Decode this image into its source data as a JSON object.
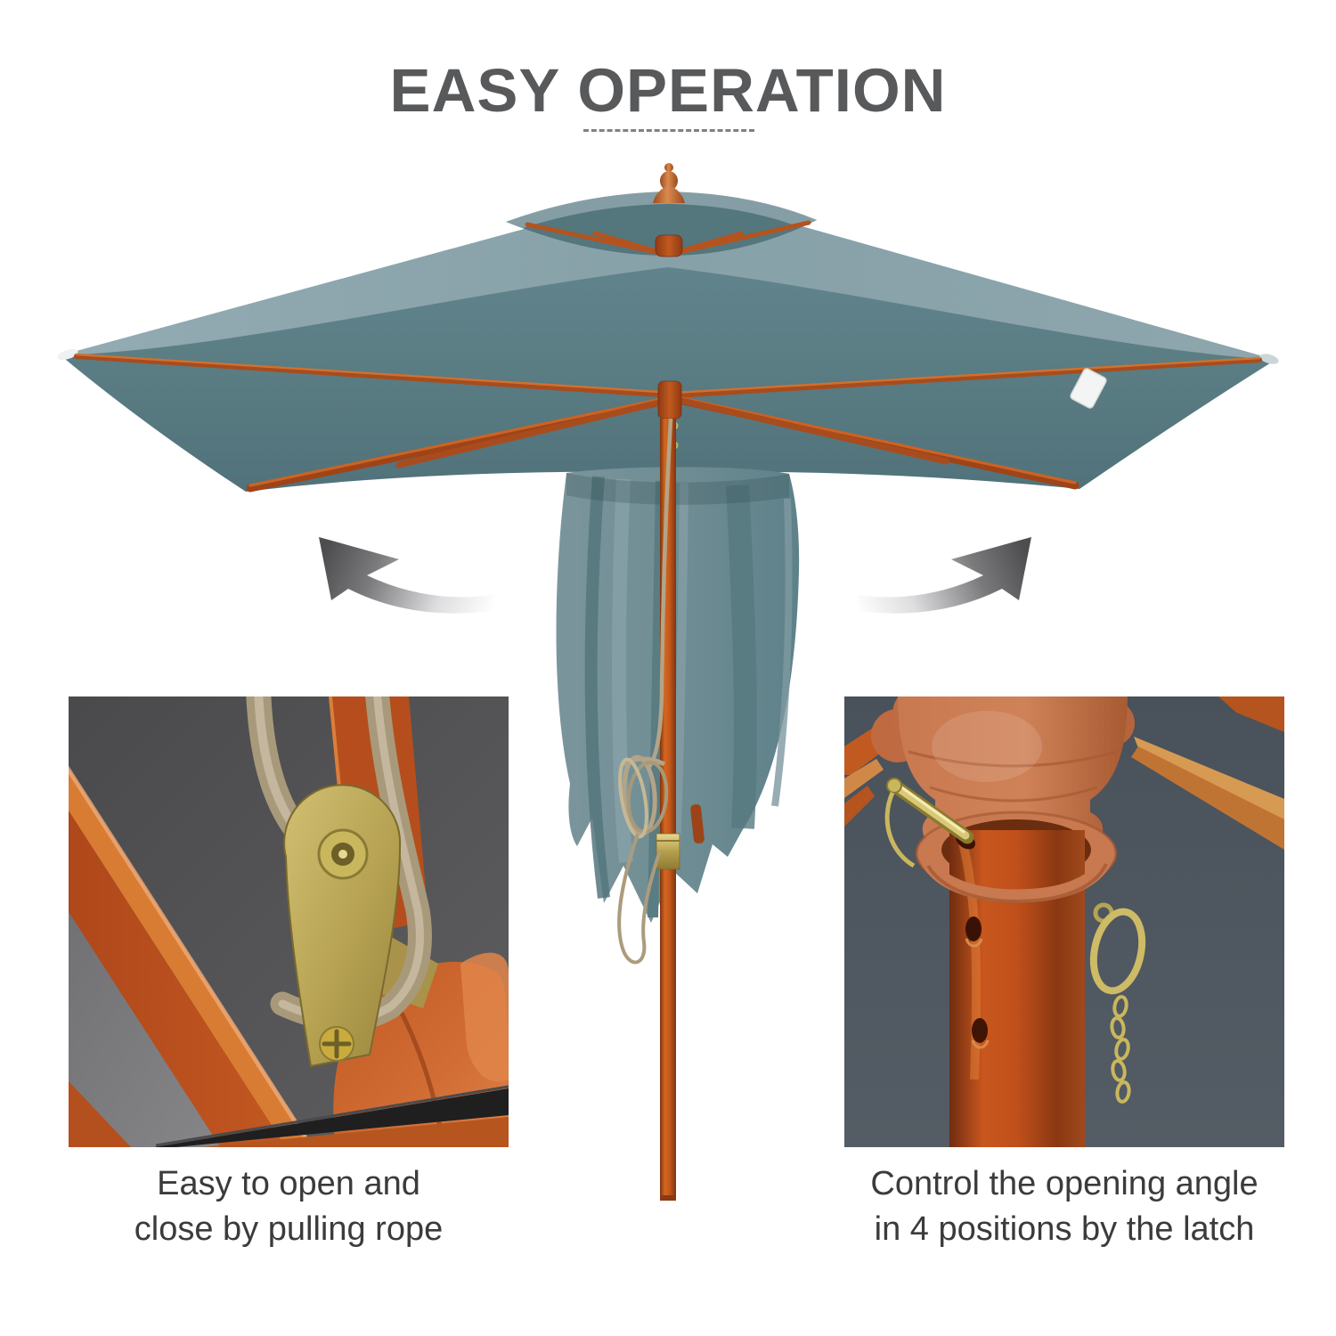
{
  "header": {
    "title": "EASY OPERATION"
  },
  "features": [
    {
      "id": "rope-pulley",
      "line1": "Easy to open and",
      "line2": "close by pulling rope"
    },
    {
      "id": "angle-latch",
      "line1": "Control the opening angle",
      "line2": "in 4 positions by the latch"
    }
  ],
  "icons": {
    "left_arrow": "curved-arrow-up-left",
    "right_arrow": "curved-arrow-up-right"
  },
  "colors": {
    "title_text": "#58595b",
    "caption_text": "#3b3b3d",
    "divider": "#818183",
    "canopy_top": "#8ca5ad",
    "canopy_underside": "#5d7f85",
    "wood": "#c25a1f",
    "brass": "#c9b75e",
    "rope": "#b3a488",
    "arrow_dark": "#4d4d4f",
    "photo_bg_left": "#515153",
    "photo_bg_right": "#4c545c"
  }
}
